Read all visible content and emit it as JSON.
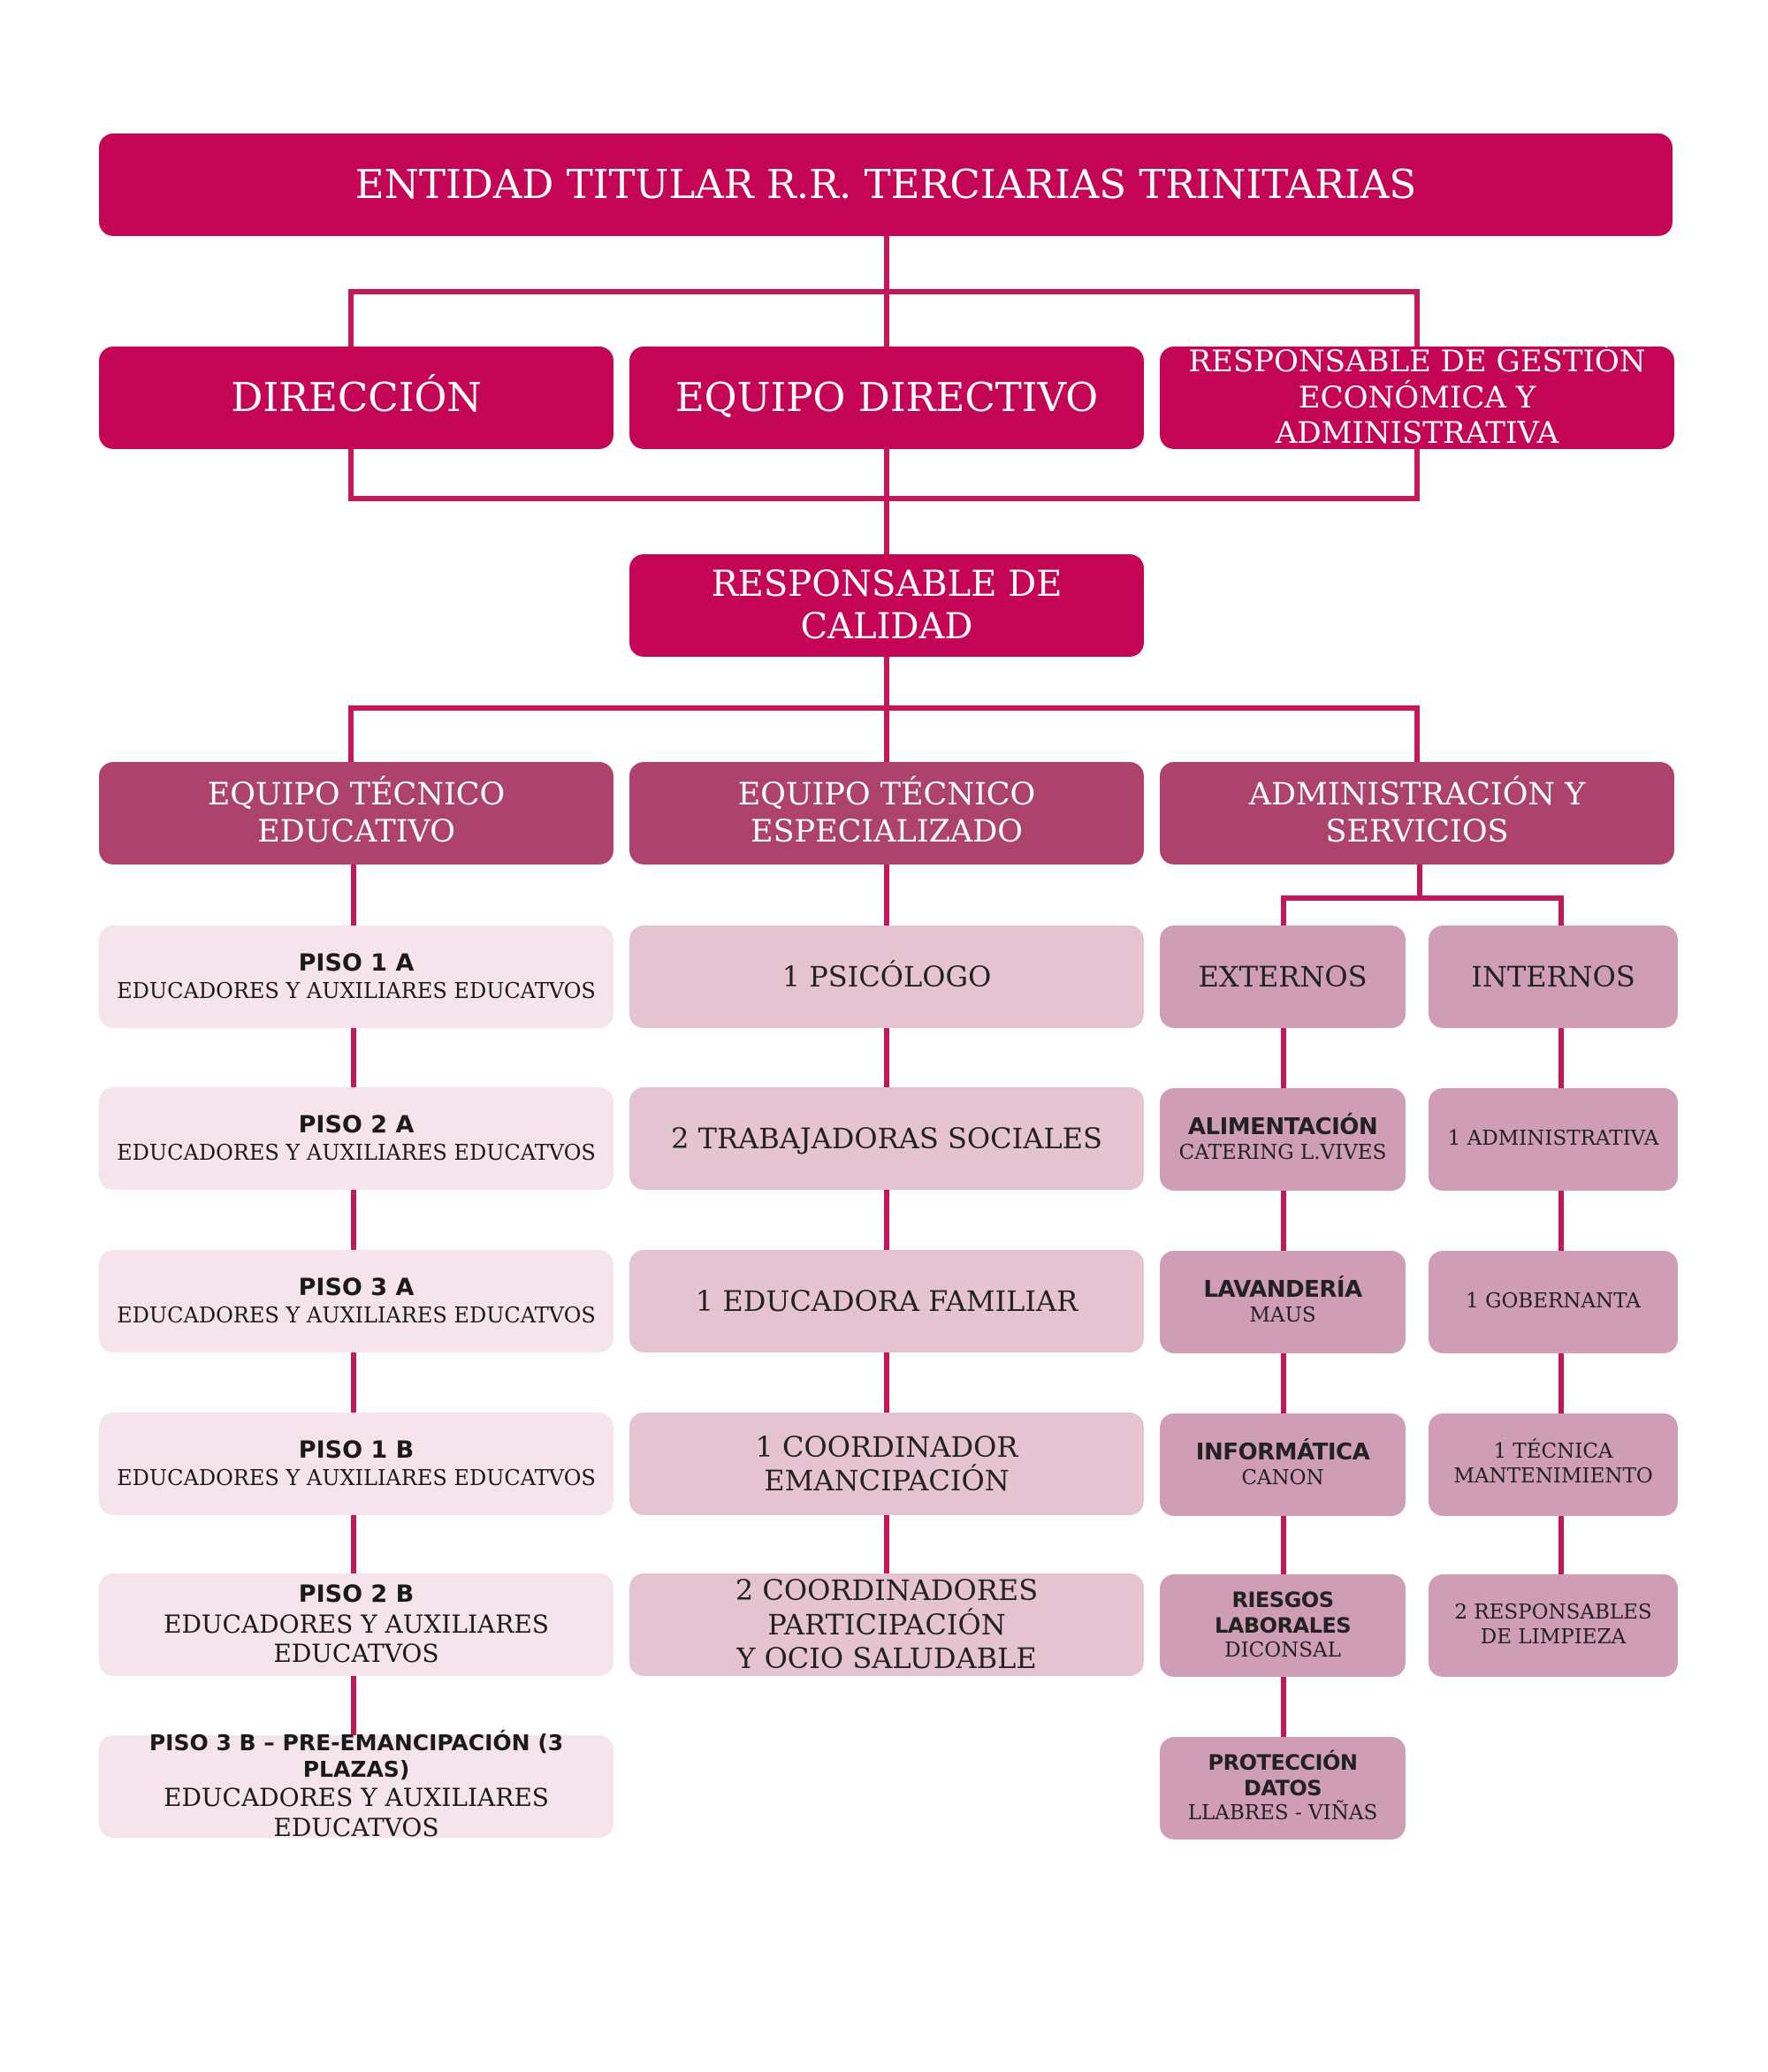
{
  "top": {
    "title": "ENTIDAD TITULAR R.R. TERCIARIAS TRINITARIAS"
  },
  "level2": {
    "direccion": "DIRECCIÓN",
    "equipo_directivo": "EQUIPO DIRECTIVO",
    "gestion_line1": "RESPONSABLE DE GESTIÓN",
    "gestion_line2": "ECONÓMICA Y ADMINISTRATIVA"
  },
  "calidad": "RESPONSABLE DE CALIDAD",
  "level3": {
    "educativo": "EQUIPO TÉCNICO EDUCATIVO",
    "especializado": "EQUIPO TÉCNICO ESPECIALIZADO",
    "administracion": "ADMINISTRACIÓN Y SERVICIOS"
  },
  "educativo_items": [
    {
      "title": "PISO 1 A",
      "sub": "EDUCADORES Y AUXILIARES EDUCATVOS"
    },
    {
      "title": "PISO 2 A",
      "sub": "EDUCADORES Y AUXILIARES EDUCATVOS"
    },
    {
      "title": "PISO 3 A",
      "sub": "EDUCADORES Y AUXILIARES EDUCATVOS"
    },
    {
      "title": "PISO 1 B",
      "sub": "EDUCADORES Y AUXILIARES EDUCATVOS"
    },
    {
      "title": "PISO 2 B",
      "sub": "EDUCADORES Y AUXILIARES EDUCATVOS"
    },
    {
      "title": "PISO 3 B – PRE-EMANCIPACIÓN (3 PLAZAS)",
      "sub": "EDUCADORES Y AUXILIARES EDUCATVOS"
    }
  ],
  "especializado_items": [
    {
      "line1": "1 PSICÓLOGO"
    },
    {
      "line1": "2 TRABAJADORAS SOCIALES"
    },
    {
      "line1": "1 EDUCADORA FAMILIAR"
    },
    {
      "line1": "1 COORDINADOR EMANCIPACIÓN"
    },
    {
      "line1": "2 COORDINADORES PARTICIPACIÓN",
      "line2": "Y OCIO SALUDABLE"
    }
  ],
  "externos": {
    "header": "EXTERNOS",
    "items": [
      {
        "title": "ALIMENTACIÓN",
        "sub": "CATERING L.VIVES"
      },
      {
        "title": "LAVANDERÍA",
        "sub": "MAUS"
      },
      {
        "title": "INFORMÁTICA",
        "sub": "CANON"
      },
      {
        "title": "RIESGOS LABORALES",
        "sub": "DICONSAL"
      },
      {
        "title": "PROTECCIÓN DATOS",
        "sub": "LLABRES - VIÑAS"
      }
    ]
  },
  "internos": {
    "header": "INTERNOS",
    "items": [
      {
        "line1": "1 ADMINISTRATIVA"
      },
      {
        "line1": "1 GOBERNANTA"
      },
      {
        "line1": "1 TÉCNICA",
        "line2": "MANTENIMIENTO"
      },
      {
        "line1": "2 RESPONSABLES",
        "line2": "DE LIMPIEZA"
      }
    ]
  }
}
